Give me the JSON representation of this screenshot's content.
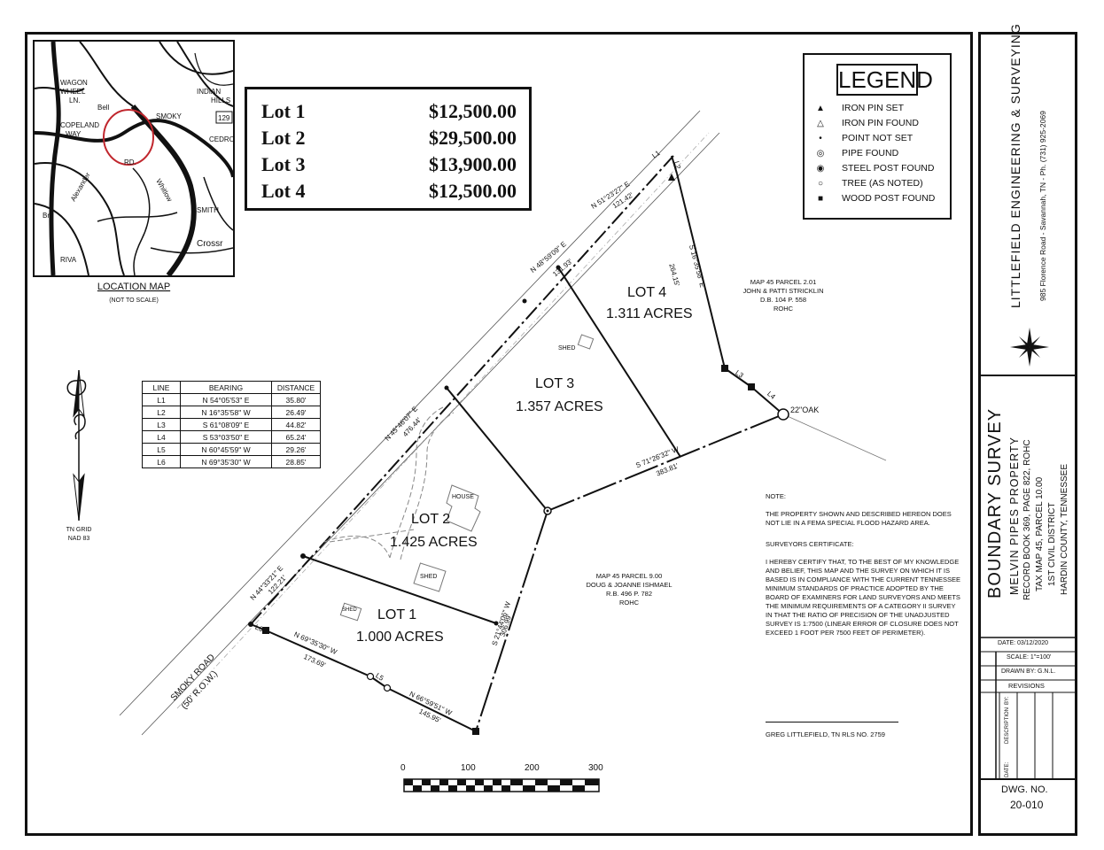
{
  "prices": {
    "rows": [
      {
        "lot": "Lot 1",
        "amount": "$12,500.00"
      },
      {
        "lot": "Lot 2",
        "amount": "$29,500.00"
      },
      {
        "lot": "Lot 3",
        "amount": "$13,900.00"
      },
      {
        "lot": "Lot 4",
        "amount": "$12,500.00"
      }
    ]
  },
  "legend": {
    "title": "LEGEND",
    "items": [
      {
        "symbol": "▲",
        "label": "IRON PIN SET"
      },
      {
        "symbol": "△",
        "label": "IRON PIN FOUND"
      },
      {
        "symbol": "•",
        "label": "POINT NOT SET"
      },
      {
        "symbol": "◎",
        "label": "PIPE FOUND"
      },
      {
        "symbol": "◉",
        "label": "STEEL POST FOUND"
      },
      {
        "symbol": "○",
        "label": "TREE (AS NOTED)"
      },
      {
        "symbol": "■",
        "label": "WOOD POST FOUND"
      }
    ]
  },
  "location_map": {
    "title": "LOCATION MAP",
    "subtitle": "(NOT TO SCALE)",
    "labels": {
      "wagon": "WAGON",
      "wheel": "WHEEL",
      "ln": "LN.",
      "copeland": "COPELAND",
      "way": "WAY",
      "bell": "Bell",
      "smoky": "SMOKY",
      "rd1": "RD.",
      "alexander": "Alexander",
      "whitlow": "Whitlow",
      "crosser": "Crossr",
      "riva": "RIVA",
      "indian": "INDIAN",
      "hills": "HILLS",
      "route": "129",
      "smith": "SMITH",
      "cedro": "CEDRO",
      "br": "Br."
    }
  },
  "north": {
    "line1": "TN GRID",
    "line2": "NAD 83"
  },
  "line_table": {
    "headers": [
      "LINE",
      "BEARING",
      "DISTANCE"
    ],
    "rows": [
      [
        "L1",
        "N 54°05'53\" E",
        "35.80'"
      ],
      [
        "L2",
        "N 16°35'58\" W",
        "26.49'"
      ],
      [
        "L3",
        "S 61°08'09\" E",
        "44.82'"
      ],
      [
        "L4",
        "S 53°03'50\" E",
        "65.24'"
      ],
      [
        "L5",
        "N 60°45'59\" W",
        "29.26'"
      ],
      [
        "L6",
        "N 69°35'30\" W",
        "28.85'"
      ]
    ]
  },
  "lots": {
    "lot1": {
      "name": "LOT 1",
      "acres": "1.000 ACRES"
    },
    "lot2": {
      "name": "LOT 2",
      "acres": "1.425 ACRES"
    },
    "lot3": {
      "name": "LOT 3",
      "acres": "1.357 ACRES"
    },
    "lot4": {
      "name": "LOT 4",
      "acres": "1.311 ACRES"
    }
  },
  "structures": {
    "house": "HOUSE",
    "shed": "SHED",
    "oak": "22\"OAK"
  },
  "line_labels": {
    "l1": "L1",
    "l2": "L2",
    "l3": "L3",
    "l4": "L4",
    "l5": "L5",
    "l6": "L6"
  },
  "bearings": {
    "n51": "N 51°23'27\" E",
    "d121": "121.42'",
    "n48": "N 48°59'09\" E",
    "d131": "131.93'",
    "n45": "N 45°46'07\" E",
    "d476": "476.44'",
    "n44": "N 44°33'21\" E",
    "d122": "122.21'",
    "s16": "S 16°35'58\" E",
    "d264": "264.15'",
    "s71": "S 71°26'32\" W",
    "d383": "383.81'",
    "s21": "S 21°44'06\" W",
    "d306": "306.99'",
    "n69": "N 69°35'30\" W",
    "d173": "173.69'",
    "n66": "N 66°59'51\" W",
    "d145": "145.95'"
  },
  "road": {
    "name": "SMOKY ROAD",
    "row": "(50' R.O.W.)"
  },
  "adjoiners": {
    "north": {
      "l1": "MAP 45 PARCEL 2.01",
      "l2": "JOHN & PATTI STRICKLIN",
      "l3": "D.B. 104 P. 558",
      "l4": "ROHC"
    },
    "south": {
      "l1": "MAP 45 PARCEL 9.00",
      "l2": "DOUG & JOANNE ISHMAEL",
      "l3": "R.B. 496 P. 782",
      "l4": "ROHC"
    }
  },
  "notes": {
    "note_title": "NOTE:",
    "note_text": "THE PROPERTY SHOWN AND DESCRIBED HEREON DOES NOT LIE IN A FEMA SPECIAL FLOOD HAZARD AREA.",
    "cert_title": "SURVEYORS CERTIFICATE:",
    "cert_text": "I HEREBY CERTIFY THAT, TO THE BEST OF MY KNOWLEDGE AND BELIEF, THIS MAP AND THE SURVEY ON WHICH IT IS BASED IS IN COMPLIANCE WITH THE CURRENT TENNESSEE MINIMUM STANDARDS OF PRACTICE ADOPTED BY THE BOARD OF EXAMINERS FOR LAND SURVEYORS AND MEETS THE MINIMUM REQUIREMENTS OF A CATEGORY II SURVEY IN THAT THE RATIO OF PRECISION OF THE UNADJUSTED SURVEY IS 1:7500 (LINEAR ERROR OF CLOSURE DOES NOT EXCEED 1 FOOT PER 7500 FEET OF PERIMETER).",
    "signature": "GREG LITTLEFIELD, TN RLS NO. 2759"
  },
  "scale": {
    "labels": [
      "0",
      "100",
      "200",
      "300"
    ]
  },
  "title_block": {
    "company": "LITTLEFIELD ENGINEERING & SURVEYING",
    "address": "985 Florence Road - Savannah, TN - Ph. (731) 925-2069",
    "survey_title": "BOUNDARY SURVEY",
    "property": "MELVIN PIPES PROPERTY",
    "record": "RECORD BOOK 369, PAGE 822, ROHC",
    "tax": "TAX MAP 45, PARCEL 10.00",
    "district": "1ST CIVIL DISTRICT",
    "county": "HARDIN COUNTY, TENNESSEE",
    "date": "DATE: 03/12/2020",
    "scale": "SCALE: 1\"=100'",
    "drawn": "DRAWN BY: G.N.L.",
    "revisions": "REVISIONS",
    "rev_by": "BY:",
    "rev_desc": "DESCRIPTION",
    "rev_date": "DATE:",
    "dwg_label": "DWG. NO.",
    "dwg_no": "20-010"
  }
}
